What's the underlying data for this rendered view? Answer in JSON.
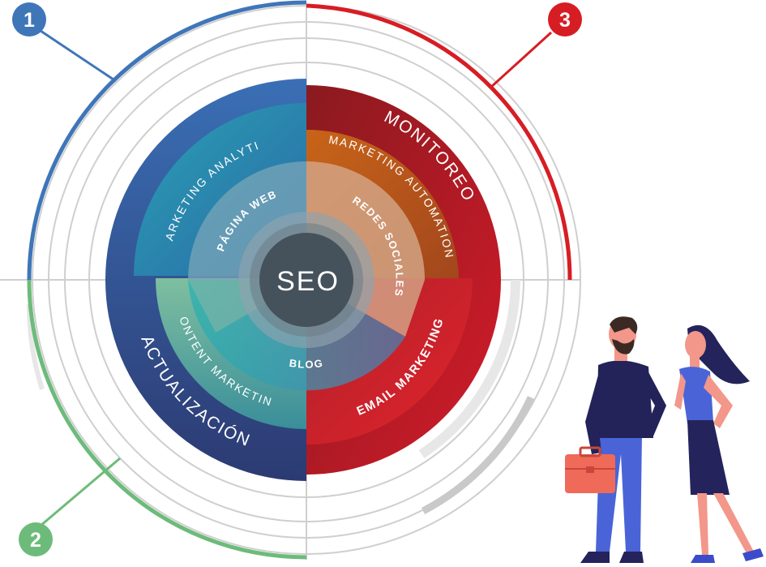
{
  "center": {
    "label": "SEO"
  },
  "phases": [
    {
      "number": "1",
      "color": "#3f76b8"
    },
    {
      "number": "2",
      "color": "#6dbb7a"
    },
    {
      "number": "3",
      "color": "#d71d24"
    }
  ],
  "labels": {
    "monitoreo": "MONITOREO",
    "actualizacion": "ACTUALIZACIÓN",
    "marketing_analytics": "MARKETING ANALYTICS",
    "marketing_automation": "MARKETING AUTOMATION",
    "email_marketing": "EMAIL MARKETING",
    "content_marketing": "CONTENT MARKETING",
    "pagina_web": "PÁGINA WEB",
    "redes_sociales": "REDES SOCIALES",
    "blog": "BLOG"
  }
}
